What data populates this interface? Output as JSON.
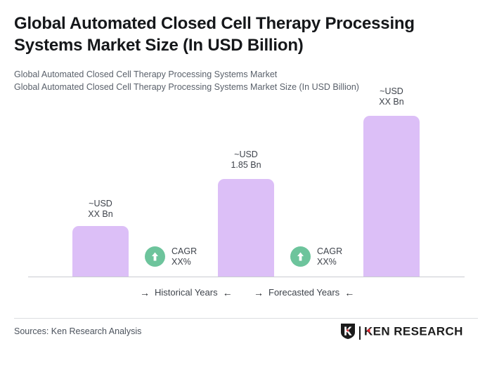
{
  "chart_data": {
    "type": "bar",
    "title": "Global Automated Closed Cell Therapy Processing Systems Market Size (In USD Billion)",
    "subtitles": [
      "Global Automated Closed Cell Therapy Processing Systems Market",
      "Global Automated Closed Cell Therapy Processing Systems Market Size (In USD Billion)"
    ],
    "xlabel": "",
    "ylabel": "",
    "grid": false,
    "legend": "none",
    "categories": [
      "Historical Years",
      "",
      "Forecasted Years"
    ],
    "values": [
      0.72,
      1.85,
      2.29
    ],
    "value_labels": [
      {
        "line1": "~USD",
        "line2": "XX Bn"
      },
      {
        "line1": "~USD",
        "line2": "1.85 Bn"
      },
      {
        "line1": "~USD",
        "line2": "XX Bn"
      }
    ],
    "annotations": [
      {
        "icon": "up-arrow-icon",
        "line1": "CAGR",
        "line2": "XX%"
      },
      {
        "icon": "up-arrow-icon",
        "line1": "CAGR",
        "line2": "XX%"
      }
    ],
    "period_labels": [
      {
        "left_arrow": "→",
        "text": "Historical Years",
        "right_arrow": "←"
      },
      {
        "left_arrow": "→",
        "text": "Forecasted Years",
        "right_arrow": "←"
      }
    ],
    "colors": {
      "bar": "#dcbff7",
      "badge": "#6dc49c",
      "text": "#3e434b",
      "title": "#15171a",
      "axis": "#c9ccd1",
      "logo_red": "#e0202a",
      "logo_black": "#1b1b1b"
    }
  },
  "footer": {
    "sources": "Sources: Ken Research Analysis",
    "logo_text": "KEN RESEARCH"
  }
}
